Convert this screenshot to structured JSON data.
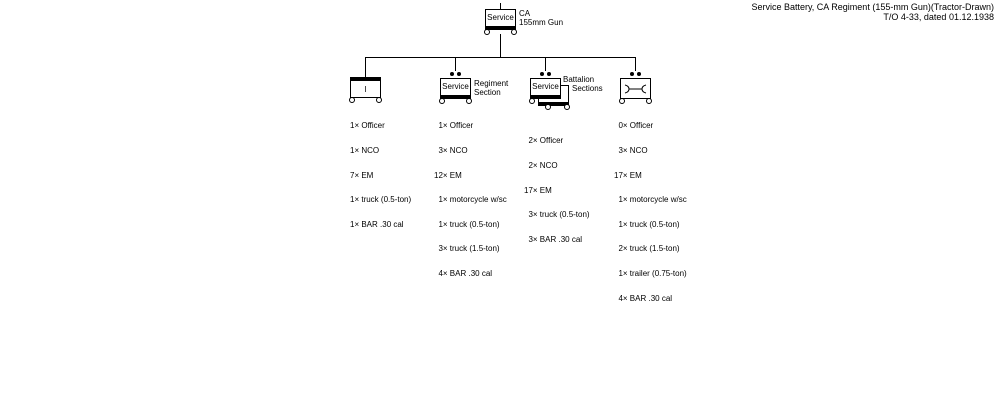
{
  "header": {
    "line1": "Service Battery, CA Regiment (155-mm Gun)(Tractor-Drawn)",
    "line2": "T/O 4-33, dated 01.12.1938"
  },
  "hq": {
    "symbol_text": "Service",
    "label_line1": "CA",
    "label_line2": "155mm Gun"
  },
  "units": [
    {
      "symbol_text": "I",
      "label_line1": "",
      "label_line2": "",
      "items": [
        "1× Officer",
        "1× NCO",
        "7× EM",
        "1× truck (0.5-ton)",
        "1× BAR .30 cal"
      ]
    },
    {
      "symbol_text": "Service",
      "label_line1": "Regiment",
      "label_line2": "Section",
      "items": [
        "1× Officer",
        "3× NCO",
        "12× EM",
        "1× motorcycle w/sc",
        "1× truck (0.5-ton)",
        "3× truck (1.5-ton)",
        "4× BAR .30 cal"
      ]
    },
    {
      "symbol_text": "Service",
      "label_line1": "Battalion",
      "label_line2": "Sections",
      "items": [
        "2× Officer",
        "2× NCO",
        "17× EM",
        "3× truck (0.5-ton)",
        "3× BAR .30 cal"
      ]
    },
    {
      "symbol_text": "",
      "icon": "wrench-icon",
      "label_line1": "",
      "label_line2": "",
      "items": [
        "0× Officer",
        "3× NCO",
        "17× EM",
        "1× motorcycle w/sc",
        "1× truck (0.5-ton)",
        "2× truck (1.5-ton)",
        "1× trailer (0.75-ton)",
        "4× BAR .30 cal"
      ]
    }
  ]
}
